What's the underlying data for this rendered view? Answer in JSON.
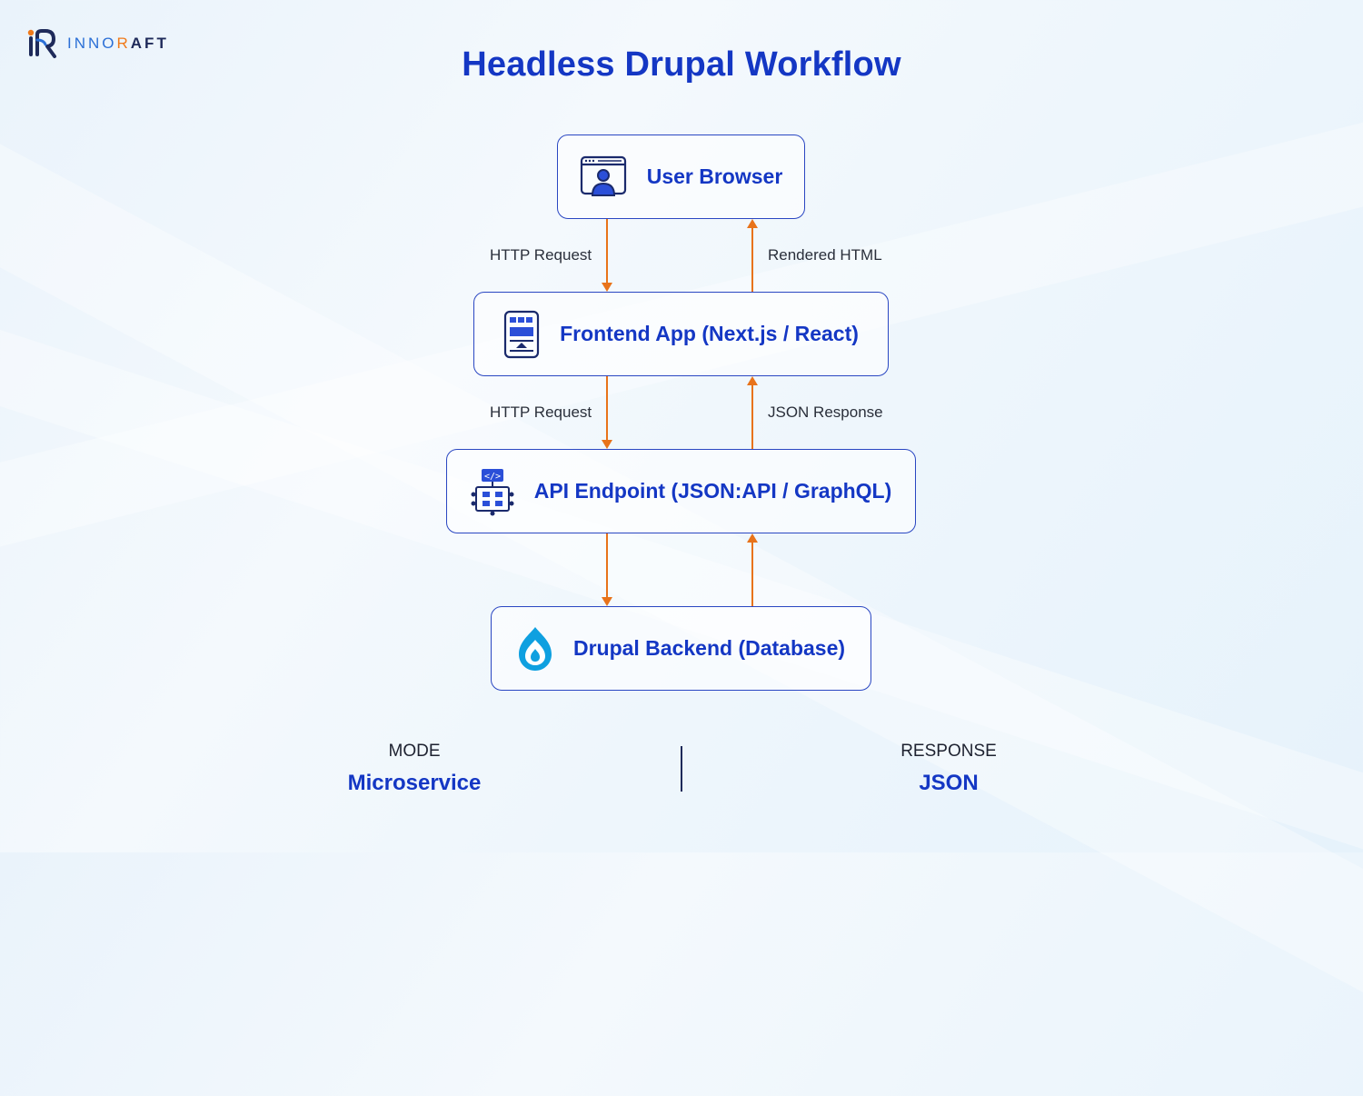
{
  "brand": {
    "part1": "INNO",
    "part2": "R",
    "part3": "AFT"
  },
  "title": "Headless Drupal Workflow",
  "nodes": {
    "browser": {
      "label": "User Browser",
      "icon": "user-browser-icon"
    },
    "frontend": {
      "label": "Frontend App (Next.js / React)",
      "icon": "frontend-app-icon"
    },
    "api": {
      "label": "API Endpoint (JSON:API / GraphQL)",
      "icon": "api-endpoint-icon"
    },
    "backend": {
      "label": "Drupal Backend (Database)",
      "icon": "drupal-drop-icon"
    }
  },
  "edges": {
    "browser_to_frontend": "HTTP Request",
    "frontend_to_browser": "Rendered HTML",
    "frontend_to_api": "HTTP Request",
    "api_to_frontend": "JSON Response"
  },
  "stats": {
    "mode": {
      "label": "MODE",
      "value": "Microservice"
    },
    "response": {
      "label": "RESPONSE",
      "value": "JSON"
    }
  },
  "colors": {
    "primary": "#1437c4",
    "arrow": "#e8731a",
    "drupal": "#0fa0e0",
    "border": "#2a47c2"
  }
}
